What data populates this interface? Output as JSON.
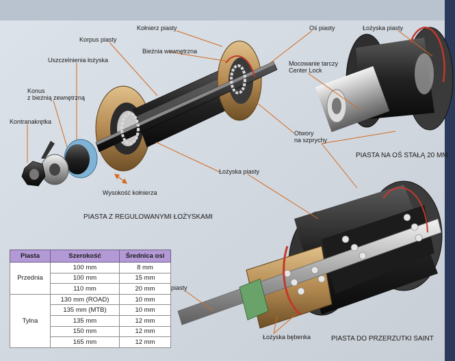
{
  "labels": {
    "kolnierz_piasty": "Kołnierz piasty",
    "os_piasty_top": "Oś piasty",
    "lozyska_piasty_top": "Łożyska piasty",
    "korpus_piasty": "Korpus piasty",
    "biezania_wewnetrzna": "Bieżnia wewnętrzna",
    "uszczelnienia_lozyska": "Uszczelnienia łożyska",
    "mocowanie_tarczy": "Mocowanie tarczy\nCenter Lock",
    "konus": "Konus\nz bieżnią zewnętrzną",
    "kontranakretka": "Kontranakrętka",
    "otwory": "Otwory\nna szprychy",
    "lozyska_piasty_mid": "Łożyska piasty",
    "wysokosc_kolnierza": "Wysokość kołnierza",
    "os_piasty_bottom": "Oś piasty",
    "lozyska_bebenka": "Łożyska bębenka"
  },
  "captions": {
    "regulowane": "PIASTA Z REGULOWANYMI ŁOŻYSKAMI",
    "stala": "PIASTA NA OŚ STAŁĄ  20 MM",
    "saint": "PIASTA DO PRZERZUTKI SAINT"
  },
  "table": {
    "headers": [
      "Piasta",
      "Szerokość",
      "Średnica osi"
    ],
    "groups": [
      {
        "name": "Przednia",
        "rows": [
          [
            "100 mm",
            "8 mm"
          ],
          [
            "100 mm",
            "15 mm"
          ],
          [
            "110 mm",
            "20 mm"
          ]
        ]
      },
      {
        "name": "Tylna",
        "rows": [
          [
            "130 mm (ROAD)",
            "10 mm"
          ],
          [
            "135 mm (MTB)",
            "10 mm"
          ],
          [
            "135 mm",
            "12 mm"
          ],
          [
            "150 mm",
            "12 mm"
          ],
          [
            "165 mm",
            "12 mm"
          ]
        ]
      }
    ]
  },
  "colors": {
    "header_bg": "#b39ad6",
    "hub_gold": "#b48a52",
    "hub_dark": "#2a2a2a",
    "accent_red": "#c0392b",
    "leader": "#d2691e"
  }
}
